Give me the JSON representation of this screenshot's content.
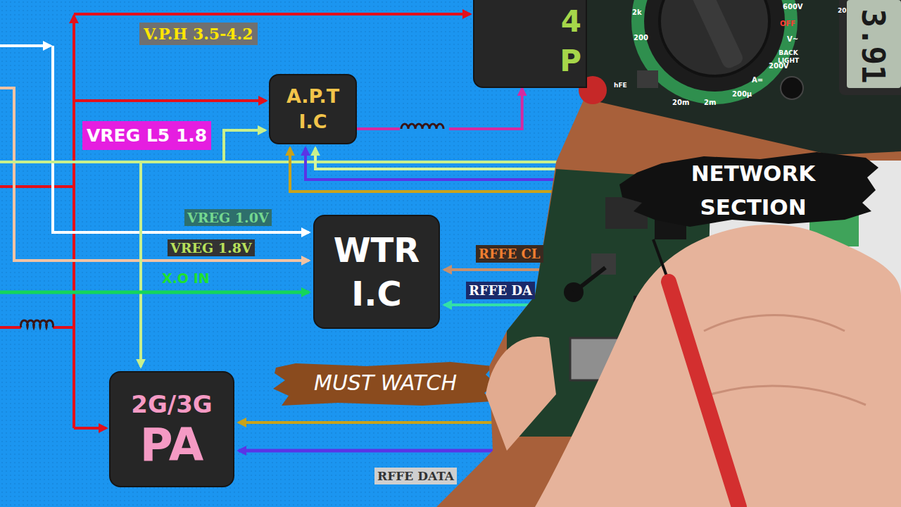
{
  "diagram": {
    "nodes": [
      {
        "text": [
          "4 P"
        ]
      },
      {
        "text": [
          "A.P.T I.C"
        ]
      },
      {
        "text": [
          "WTR I.C"
        ]
      },
      {
        "text": [
          "2G/3G",
          "PA"
        ]
      }
    ],
    "edges": [
      {
        "from": 1,
        "to": 0,
        "arrow": "to"
      }
    ],
    "labels": [
      "V.P.H 3.5-4.2",
      "VREG L5 1.8",
      "VREG 1.0V",
      "VREG 1.8V",
      "X.O IN",
      "RFFE CL",
      "RFFE DA",
      "MUST WATCH",
      "RFFE DATA",
      "NETWORK SECTION",
      "3.91",
      "BACK LIGHT",
      "OFF",
      "600V",
      "V~",
      "200V",
      "A=",
      "200μ",
      "2m",
      "20m",
      "2k",
      "200",
      "20",
      "hFE"
    ]
  }
}
